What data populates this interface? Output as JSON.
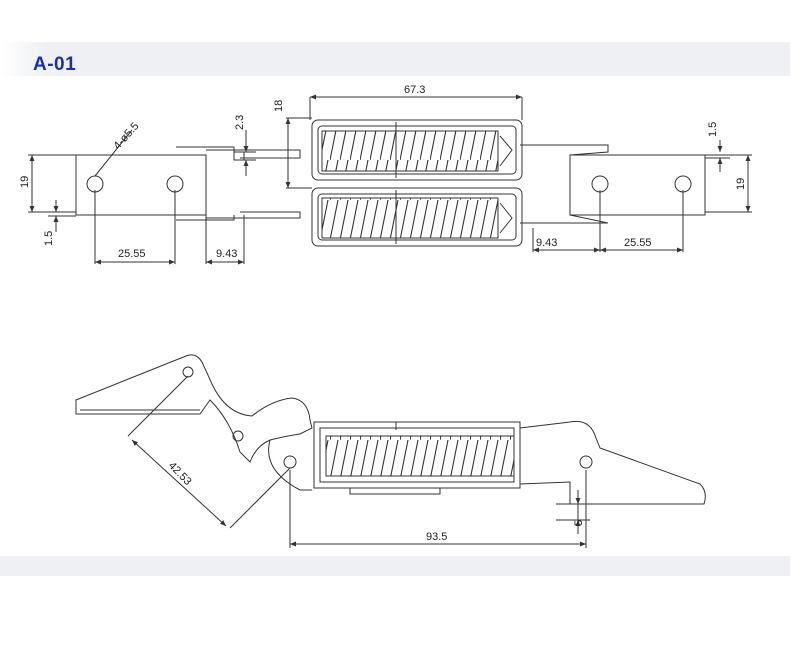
{
  "header": {
    "model": "A-01"
  },
  "top_view": {
    "dimensions": {
      "spring_length": "67.3",
      "height_18": "18",
      "offset_2_3": "2.3",
      "hole_callout": "4-ø5.5",
      "plate_height_left": "19",
      "plate_height_right": "19",
      "thickness_left": "1.5",
      "thickness_right": "1.5",
      "hole_spacing_left": "25.55",
      "hole_spacing_right": "25.55",
      "edge_left": "9.43",
      "edge_right": "9.43"
    }
  },
  "side_view": {
    "dimensions": {
      "radius_42_53": "42.53",
      "overall_93_5": "93.5",
      "offset_5": "5"
    }
  },
  "colors": {
    "label": "#1a2fb0",
    "line": "#333333",
    "band": "#eef0f3"
  }
}
